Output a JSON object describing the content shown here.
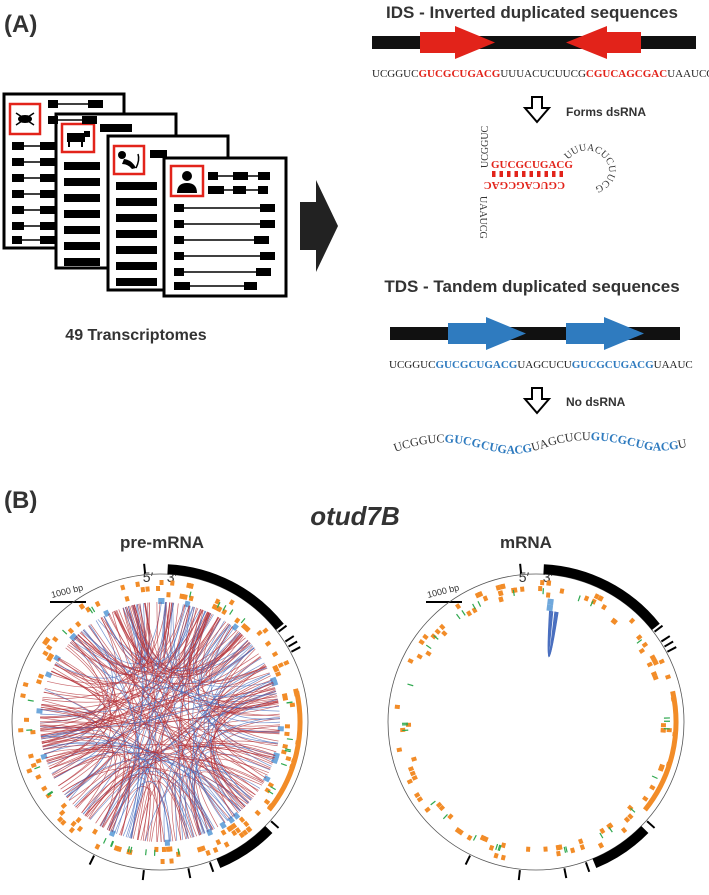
{
  "panel_a": {
    "label": "(A)",
    "transcriptomes_label": "49 Transcriptomes",
    "ids": {
      "title": "IDS - Inverted duplicated sequences",
      "seq_prefix": "UCGGUC",
      "seq_repeat1": "GUCGCUGACG",
      "seq_middle": "UUUACUCUUCG",
      "seq_repeat2": "CGUCAGCGAC",
      "seq_suffix": "UAAUCG",
      "arrow_label": "Forms dsRNA",
      "hairpin_left": "UCGGUC",
      "hairpin_left_lower": "UAAUCG",
      "hairpin_top": "GUCGCUGACG",
      "hairpin_bottom": "CGUCAGCGAC",
      "hairpin_loop": "UUUACUCUUCG"
    },
    "tds": {
      "title": "TDS - Tandem duplicated sequences",
      "seq_prefix": "UCGGUC",
      "seq_repeat1": "GUCGCUGACG",
      "seq_middle": "UAGCUCU",
      "seq_repeat2": "GUCGCUGACG",
      "seq_suffix": "UAAUC",
      "arrow_label": "No dsRNA",
      "linear_prefix": "UCGGUC",
      "linear_repeat1": "GUCGCUGACG",
      "linear_middle": "UAGCUCU",
      "linear_repeat2": "GUCGCUGACG",
      "linear_suffix": "UAAUC"
    }
  },
  "panel_b": {
    "label": "(B)",
    "gene": "otud7B",
    "plots": [
      {
        "title": "pre-mRNA",
        "five_prime": "5′",
        "three_prime": "3′",
        "scale": "1000 bp"
      },
      {
        "title": "mRNA",
        "five_prime": "5′",
        "three_prime": "3′",
        "scale": "1000 bp"
      }
    ]
  },
  "colors": {
    "ids_red": "#e2231a",
    "tds_blue": "#2f7bbf",
    "orange": "#f28c28",
    "light_blue": "#6fa8dc",
    "green": "#2fa84f",
    "link_red": "#b5333a",
    "link_blue": "#4a6fbf"
  }
}
